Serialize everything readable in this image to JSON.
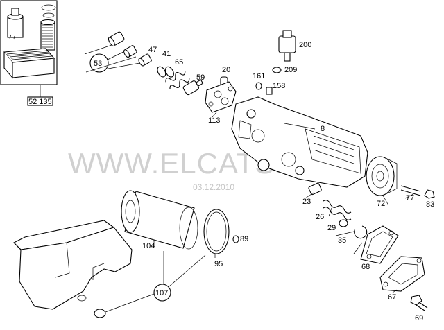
{
  "watermark": {
    "site": "WWW.ELCATS.RU",
    "date": "03.12.2010"
  },
  "inset": {
    "label": "52 135"
  },
  "parts": [
    {
      "key": "p200",
      "text": "200"
    },
    {
      "key": "p209",
      "text": "209"
    },
    {
      "key": "p47",
      "text": "47"
    },
    {
      "key": "p41",
      "text": "41"
    },
    {
      "key": "p65",
      "text": "65"
    },
    {
      "key": "p53",
      "text": "53"
    },
    {
      "key": "p20",
      "text": "20"
    },
    {
      "key": "p59",
      "text": "59"
    },
    {
      "key": "p161",
      "text": "161"
    },
    {
      "key": "p158",
      "text": "158"
    },
    {
      "key": "p113",
      "text": "113"
    },
    {
      "key": "p8",
      "text": "8"
    },
    {
      "key": "p23",
      "text": "23"
    },
    {
      "key": "p72",
      "text": "72"
    },
    {
      "key": "p77",
      "text": "77"
    },
    {
      "key": "p83",
      "text": "83"
    },
    {
      "key": "p26",
      "text": "26"
    },
    {
      "key": "p29",
      "text": "29"
    },
    {
      "key": "p35",
      "text": "35"
    },
    {
      "key": "p104",
      "text": "104"
    },
    {
      "key": "p89",
      "text": "89"
    },
    {
      "key": "p95",
      "text": "95"
    },
    {
      "key": "p68",
      "text": "68"
    },
    {
      "key": "p67",
      "text": "67"
    },
    {
      "key": "p107",
      "text": "107"
    },
    {
      "key": "p69",
      "text": "69"
    }
  ]
}
